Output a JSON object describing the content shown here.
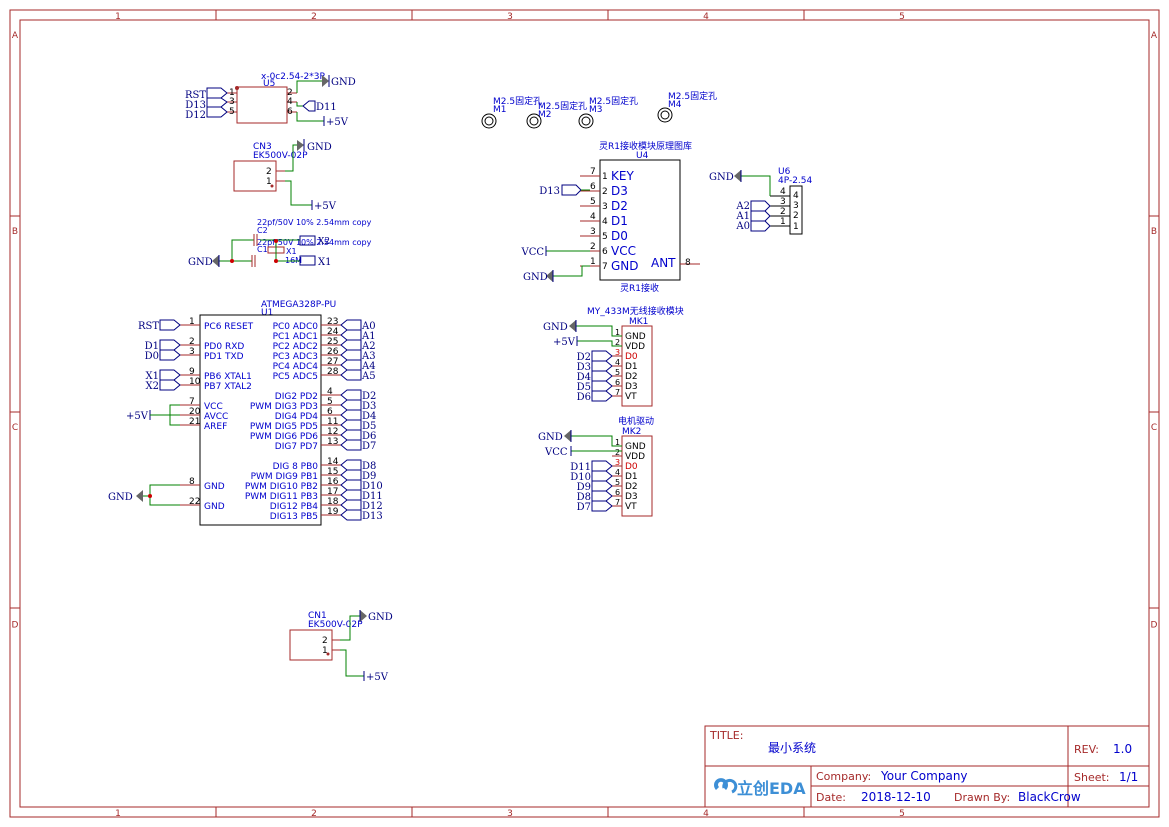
{
  "frame": {
    "columns": [
      "1",
      "2",
      "3",
      "4",
      "5"
    ],
    "rows": [
      "A",
      "B",
      "C",
      "D"
    ],
    "border_color": "#a52a2a"
  },
  "title_block": {
    "title_label": "TITLE:",
    "title_value": "最小系统",
    "rev_label": "REV:",
    "rev_value": "1.0",
    "company_label": "Company:",
    "company_value": "Your Company",
    "sheet_label": "Sheet:",
    "sheet_value": "1/1",
    "date_label": "Date:",
    "date_value": "2018-12-10",
    "drawn_label": "Drawn By:",
    "drawn_value": "BlackCrow",
    "logo_text": "立创EDA"
  },
  "nets": {
    "gnd": "GND",
    "p5v": "+5V",
    "vcc": "VCC",
    "rst": "RST",
    "d13": "D13",
    "d12": "D12",
    "d11": "D11",
    "x1": "X1",
    "x2": "X2",
    "d1": "D1",
    "d0": "D0",
    "a0": "A0",
    "a1": "A1",
    "a2": "A2"
  },
  "colors": {
    "wire": "#008000",
    "net": "#000080",
    "part": "#a52a2a",
    "text": "#0000cc"
  },
  "u5": {
    "name": "x-0c2.54-2*3P",
    "ref": "U5",
    "pins": [
      "1",
      "3",
      "5",
      "2",
      "4",
      "6"
    ]
  },
  "cn3": {
    "name": "EK500V-02P",
    "ref": "CN3",
    "pins": [
      "2",
      "1"
    ]
  },
  "cn1": {
    "name": "EK500V-02P",
    "ref": "CN1",
    "pins": [
      "2",
      "1"
    ]
  },
  "crystal": {
    "c2_label": "22pf/50V 10% 2.54mm copy",
    "c2_ref": "C2",
    "c1_label": "22pf/50V 10% 2.54mm copy",
    "c1_ref": "C1",
    "x1_ref": "X1",
    "x1_value": "16M"
  },
  "mounts": [
    {
      "label": "M2.5固定孔",
      "ref": "M1"
    },
    {
      "label": "M2.5固定孔",
      "ref": "M2"
    },
    {
      "label": "M2.5固定孔",
      "ref": "M3"
    },
    {
      "label": "M2.5固定孔",
      "ref": "M4"
    }
  ],
  "u4": {
    "title": "灵R1接收模块原理图库",
    "ref": "U4",
    "footer": "灵R1接收",
    "pins": [
      {
        "num": "7",
        "inner": "1",
        "name": "KEY"
      },
      {
        "num": "6",
        "inner": "2",
        "name": "D3"
      },
      {
        "num": "5",
        "inner": "3",
        "name": "D2"
      },
      {
        "num": "4",
        "inner": "4",
        "name": "D1"
      },
      {
        "num": "3",
        "inner": "5",
        "name": "D0"
      },
      {
        "num": "2",
        "inner": "6",
        "name": "VCC"
      },
      {
        "num": "1",
        "inner": "7",
        "name": "GND"
      }
    ],
    "ant_name": "ANT",
    "ant_num": "8"
  },
  "u6": {
    "ref": "U6",
    "name": "4P-2.54",
    "pins": [
      "4",
      "3",
      "2",
      "1"
    ]
  },
  "u1": {
    "name": "ATMEGA328P-PU",
    "ref": "U1",
    "left_pins": [
      {
        "num": "1",
        "name": "PC6 RESET"
      },
      {
        "num": "2",
        "name": "PD0 RXD"
      },
      {
        "num": "3",
        "name": "PD1 TXD"
      },
      {
        "num": "9",
        "name": "PB6 XTAL1"
      },
      {
        "num": "10",
        "name": "PB7 XTAL2"
      },
      {
        "num": "7",
        "name": "VCC"
      },
      {
        "num": "20",
        "name": "AVCC"
      },
      {
        "num": "21",
        "name": "AREF"
      },
      {
        "num": "8",
        "name": "GND"
      },
      {
        "num": "22",
        "name": "GND"
      }
    ],
    "right_pins": [
      {
        "num": "23",
        "name": "PC0 ADC0",
        "net": "A0"
      },
      {
        "num": "24",
        "name": "PC1 ADC1",
        "net": "A1"
      },
      {
        "num": "25",
        "name": "PC2 ADC2",
        "net": "A2"
      },
      {
        "num": "26",
        "name": "PC3 ADC3",
        "net": "A3"
      },
      {
        "num": "27",
        "name": "PC4 ADC4",
        "net": "A4"
      },
      {
        "num": "28",
        "name": "PC5 ADC5",
        "net": "A5"
      },
      {
        "num": "4",
        "name": "DIG2 PD2",
        "net": "D2"
      },
      {
        "num": "5",
        "name": "PWM DIG3 PD3",
        "net": "D3"
      },
      {
        "num": "6",
        "name": "DIG4 PD4",
        "net": "D4"
      },
      {
        "num": "11",
        "name": "PWM DIG5 PD5",
        "net": "D5"
      },
      {
        "num": "12",
        "name": "PWM DIG6 PD6",
        "net": "D6"
      },
      {
        "num": "13",
        "name": "DIG7 PD7",
        "net": "D7"
      },
      {
        "num": "14",
        "name": "DIG 8 PB0",
        "net": "D8"
      },
      {
        "num": "15",
        "name": "PWM DIG9 PB1",
        "net": "D9"
      },
      {
        "num": "16",
        "name": "PWM DIG10 PB2",
        "net": "D10"
      },
      {
        "num": "17",
        "name": "PWM DIG11 PB3",
        "net": "D11"
      },
      {
        "num": "18",
        "name": "DIG12 PB4",
        "net": "D12"
      },
      {
        "num": "19",
        "name": "DIG13 PB5",
        "net": "D13"
      }
    ]
  },
  "mk1": {
    "title": "MY_433M无线接收模块",
    "ref": "MK1",
    "pins": [
      {
        "num": "1",
        "name": "GND"
      },
      {
        "num": "2",
        "name": "VDD"
      },
      {
        "num": "3",
        "name": "D0"
      },
      {
        "num": "4",
        "name": "D1"
      },
      {
        "num": "5",
        "name": "D2"
      },
      {
        "num": "6",
        "name": "D3"
      },
      {
        "num": "7",
        "name": "VT"
      }
    ],
    "nets": [
      "D2",
      "D3",
      "D4",
      "D5",
      "D6"
    ]
  },
  "mk2": {
    "title": "电机驱动",
    "ref": "MK2",
    "pins": [
      {
        "num": "1",
        "name": "GND"
      },
      {
        "num": "2",
        "name": "VDD"
      },
      {
        "num": "3",
        "name": "D0"
      },
      {
        "num": "4",
        "name": "D1"
      },
      {
        "num": "5",
        "name": "D2"
      },
      {
        "num": "6",
        "name": "D3"
      },
      {
        "num": "7",
        "name": "VT"
      }
    ],
    "nets": [
      "D11",
      "D10",
      "D9",
      "D8",
      "D7"
    ]
  }
}
